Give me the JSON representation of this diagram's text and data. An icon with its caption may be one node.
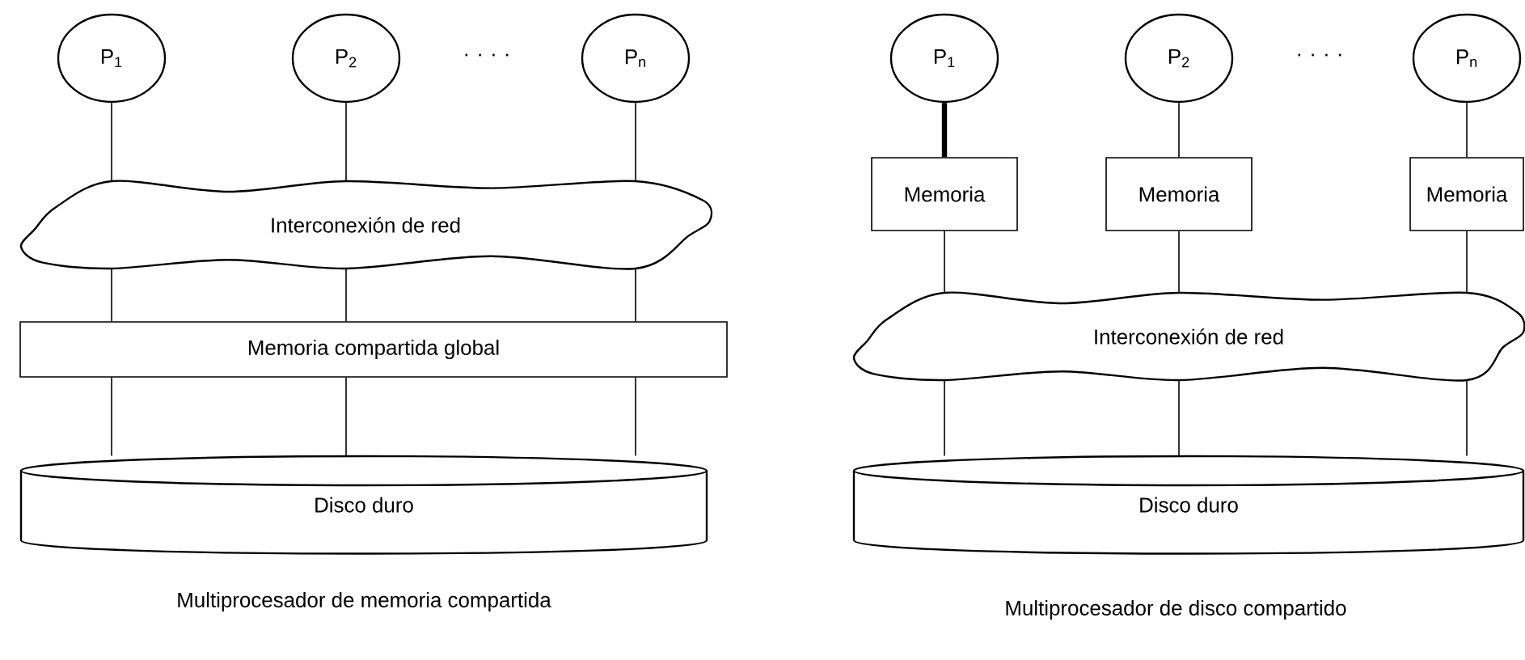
{
  "diagram": {
    "nodes": [
      {
        "text": [
          "P$_{1}$"
        ]
      },
      {
        "text": [
          "P$_{2}$"
        ]
      },
      {
        "text": [
          "P$_{n}$"
        ]
      },
      {
        "text": [
          "Interconexión de red"
        ]
      },
      {
        "text": [
          "Memoria compartida global"
        ]
      },
      {
        "text": [
          "Disco duro"
        ]
      },
      {
        "text": [
          "P$_{1}$"
        ]
      },
      {
        "text": [
          "P$_{2}$"
        ]
      },
      {
        "text": [
          "P$_{n}$"
        ]
      },
      {
        "text": [
          "Memoria"
        ]
      },
      {
        "text": [
          "Memoria"
        ]
      },
      {
        "text": [
          "Memoria"
        ]
      },
      {
        "text": [
          "Interconexión de red"
        ]
      },
      {
        "text": [
          "Disco duro"
        ]
      }
    ],
    "edges": [
      {
        "from": 0,
        "to": 3,
        "arrow": "none"
      },
      {
        "from": 1,
        "to": 3,
        "arrow": "none"
      },
      {
        "from": 2,
        "to": 3,
        "arrow": "none"
      },
      {
        "from": 3,
        "to": 4,
        "arrow": "none"
      },
      {
        "from": 3,
        "to": 4,
        "arrow": "none"
      },
      {
        "from": 3,
        "to": 4,
        "arrow": "none"
      },
      {
        "from": 4,
        "to": 5,
        "arrow": "none"
      },
      {
        "from": 4,
        "to": 5,
        "arrow": "none"
      },
      {
        "from": 4,
        "to": 5,
        "arrow": "none"
      },
      {
        "from": 6,
        "to": 9,
        "arrow": "none",
        "style": "thick"
      },
      {
        "from": 7,
        "to": 10,
        "arrow": "none"
      },
      {
        "from": 8,
        "to": 11,
        "arrow": "none"
      },
      {
        "from": 9,
        "to": 12,
        "arrow": "none"
      },
      {
        "from": 10,
        "to": 12,
        "arrow": "none"
      },
      {
        "from": 11,
        "to": 12,
        "arrow": "none"
      },
      {
        "from": 12,
        "to": 13,
        "arrow": "none"
      },
      {
        "from": 12,
        "to": 13,
        "arrow": "none"
      },
      {
        "from": 12,
        "to": 13,
        "arrow": "none"
      }
    ],
    "labels": [
      ". . . .",
      ". . . .",
      "Multiprocesador de memoria compartida",
      "Multiprocesador de disco compartido"
    ]
  }
}
